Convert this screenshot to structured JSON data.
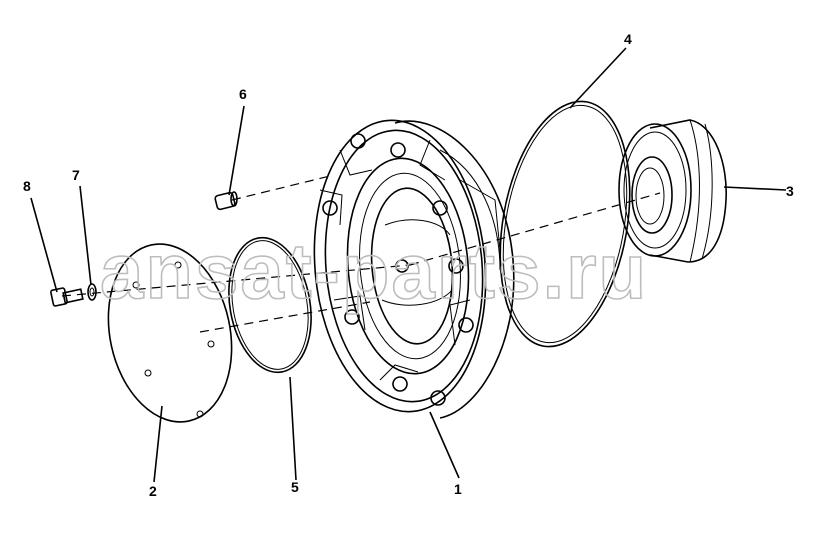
{
  "callouts": {
    "c1": "1",
    "c2": "2",
    "c3": "3",
    "c4": "4",
    "c5": "5",
    "c6": "6",
    "c7": "7",
    "c8": "8"
  },
  "watermark": "ansat-parts.ru",
  "colors": {
    "line": "#000000",
    "watermark": "#bdbdbd",
    "background": "#ffffff"
  }
}
